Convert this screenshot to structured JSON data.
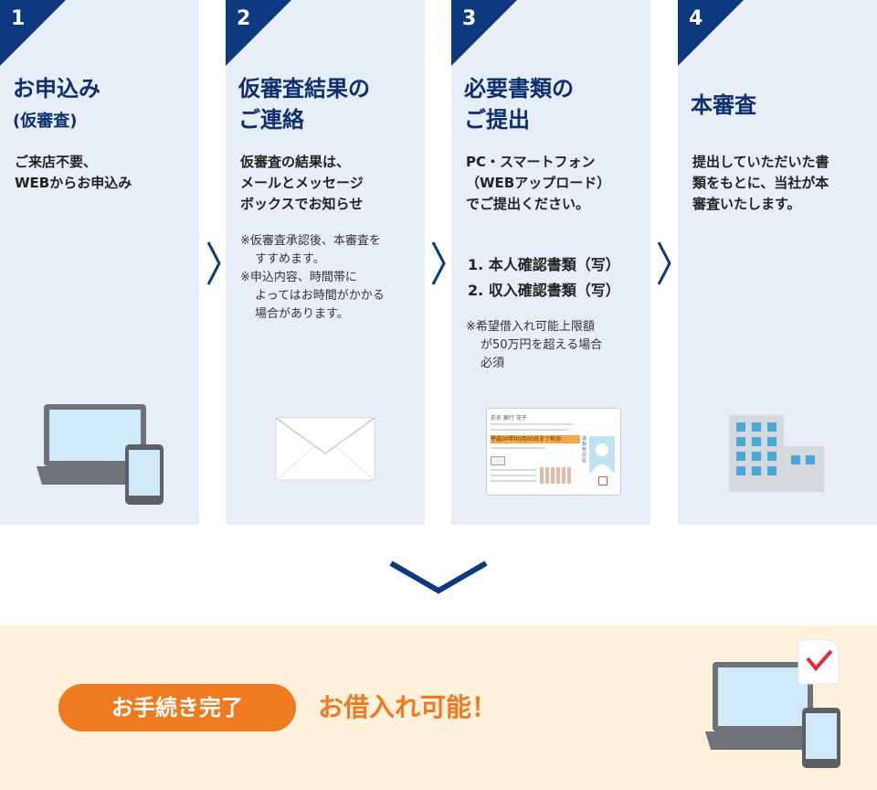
{
  "steps": [
    {
      "number": "1",
      "title": "お申込み",
      "subtitle": "(仮審査)",
      "description": "ご来店不要、\nWEBからお申込み",
      "illustration": "laptop-and-phone"
    },
    {
      "number": "2",
      "title": "仮審査結果の\nご連絡",
      "description": "仮審査の結果は、\nメールとメッセージ\nボックスでお知らせ",
      "notes": [
        "※仮審査承認後、本審査を\nすすめます。",
        "※申込内容、時間帯に\nよってはお時間がかかる\n場合があります。"
      ],
      "illustration": "envelope"
    },
    {
      "number": "3",
      "title": "必要書類の\nご提出",
      "description": "PC・スマートフォン\n（WEBアップロード）\nでご提出ください。",
      "documents": [
        "1.  本人確認書類（写）",
        "2.  収入確認書類（写）"
      ],
      "note": "※希望借入れ可能上限額\nが50万円を超える場合\n必須",
      "illustration": "drivers-license"
    },
    {
      "number": "4",
      "title": "本審査",
      "description": "提出していただいた書\n類をもとに、当社が本\n審査いたします。",
      "illustration": "office-building"
    }
  ],
  "license_card": {
    "name_row": "氏名  銀行  花子",
    "date_row": "平成00年00月00日まで有効",
    "side_label": "運転免許証"
  },
  "completion": {
    "badge": "お手続き完了",
    "message": "お借入れ可能！",
    "illustration": "laptop-phone-checkmark"
  },
  "colors": {
    "navy": "#0d3a7e",
    "panel": "#e8eef8",
    "orange": "#f07a20",
    "cream": "#fdf1dc"
  }
}
